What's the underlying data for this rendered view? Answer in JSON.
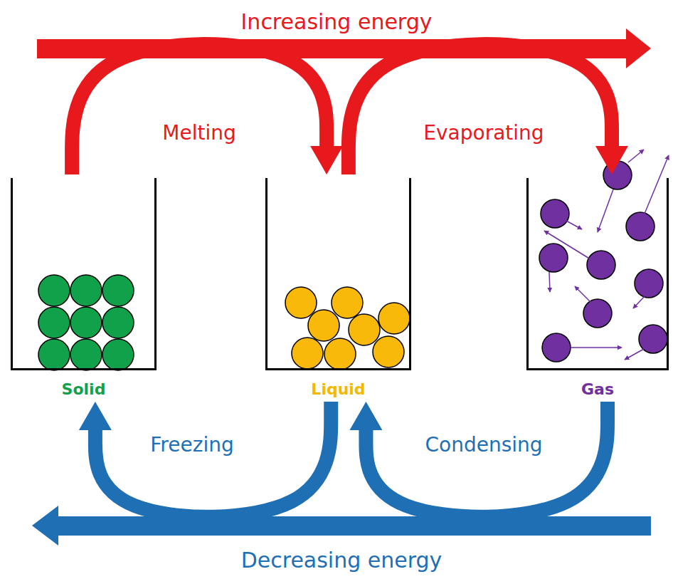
{
  "diagram": {
    "nodes": [
      {
        "text": [
          "Solid"
        ]
      },
      {
        "text": [
          "Liquid"
        ]
      },
      {
        "text": [
          "Gas"
        ]
      }
    ],
    "edges": [
      {
        "from": 0,
        "to": 1,
        "arrow": "to",
        "label": "Melting"
      },
      {
        "from": 1,
        "to": 2,
        "arrow": "to",
        "label": "Evaporating"
      },
      {
        "from": 1,
        "to": 0,
        "arrow": "to",
        "label": "Freezing"
      },
      {
        "from": 2,
        "to": 1,
        "arrow": "to",
        "label": "Condensing"
      }
    ],
    "labels": [
      "Increasing energy",
      "Decreasing energy"
    ]
  }
}
